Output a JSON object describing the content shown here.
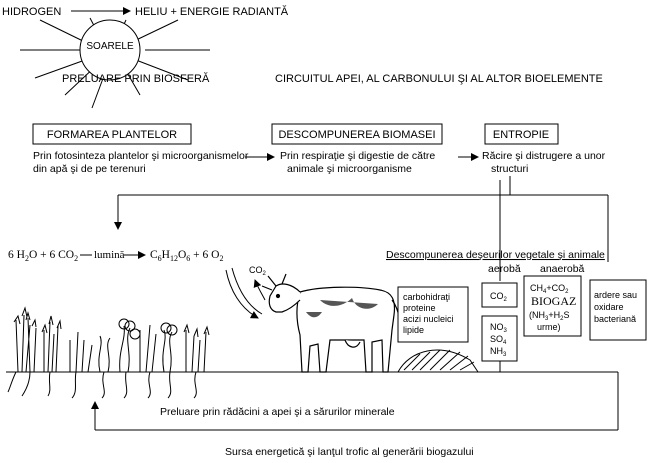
{
  "sun": {
    "hydrogen": "HIDROGEN",
    "helium": "HELIU + ENERGIE RADIANTĂ",
    "sun_label": "SOARELE",
    "uptake": "PRELUARE PRIN BIOSFERĂ"
  },
  "cycle_title": "CIRCUITUL APEI, AL CARBONULUI ŞI AL ALTOR BIOELEMENTE",
  "stages": [
    {
      "title": "FORMAREA PLANTELOR",
      "desc_lines": [
        "Prin fotosinteza plantelor şi microorganismelor",
        "din apă şi de pe terenuri"
      ]
    },
    {
      "title": "DESCOMPUNEREA BIOMASEI",
      "desc_lines": [
        "Prin respiraţie şi digestie de către",
        "animale şi microorganisme"
      ]
    },
    {
      "title": "ENTROPIE",
      "desc_lines": [
        "Răcire şi distrugere a unor",
        "structuri"
      ]
    }
  ],
  "equation": {
    "left": "6 H2O + 6 CO2",
    "light": "lumină",
    "right": "C6H12O6 + 6 O2"
  },
  "co2_small": "CO2",
  "decomposition": {
    "title": "Descompunerea deşeurilor vegetale şi animale",
    "aerobic": "aerobă",
    "anaerobic": "anaerobă"
  },
  "components_box": [
    "carbohidraţi",
    "proteine",
    "acizi nucleici",
    "lipide"
  ],
  "aerobic_products": {
    "co2": "CO2",
    "others": [
      "NO3",
      "SO4",
      "NH3"
    ]
  },
  "biogas_box": {
    "line1": "CH4+CO2",
    "line2": "BIOGAZ",
    "line3": "(NH3+H2S",
    "line4": "urme)"
  },
  "burn_box": [
    "ardere sau",
    "oxidare",
    "bacteriană"
  ],
  "root_uptake": "Preluare prin rădăcini a apei şi a sărurilor minerale",
  "caption": "Sursa energetică şi lanţul trofic al generării biogazului"
}
